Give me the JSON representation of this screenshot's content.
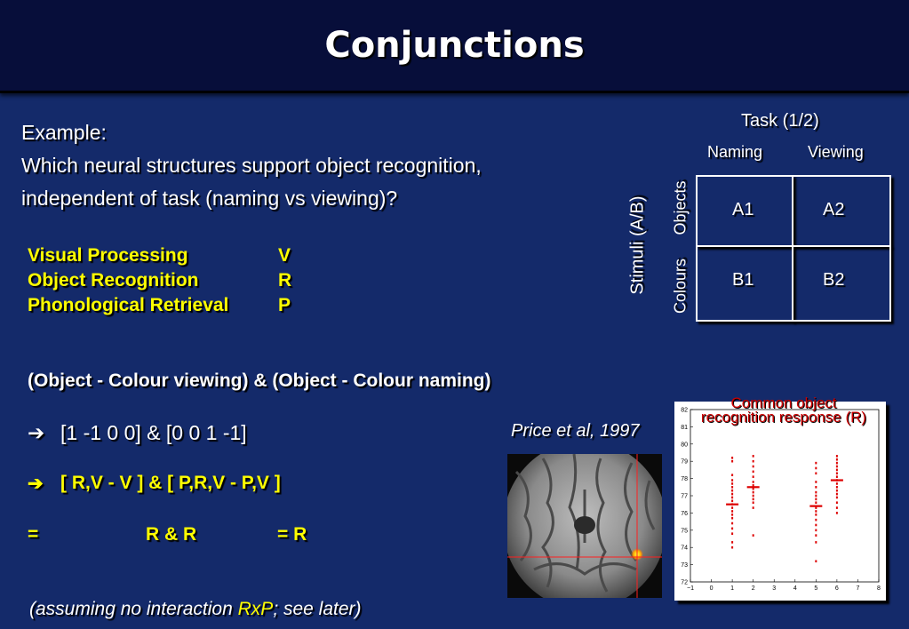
{
  "header": {
    "title": "Conjunctions"
  },
  "intro": {
    "line1": "Example:",
    "line2": "Which neural structures support object recognition,",
    "line3": "independent of task (naming vs viewing)?"
  },
  "processes": [
    {
      "name": "Visual Processing",
      "code": "V"
    },
    {
      "name": "Object Recognition",
      "code": "R"
    },
    {
      "name": "Phonological Retrieval",
      "code": "P"
    }
  ],
  "contrast_line": "(Object - Colour viewing) & (Object - Colour naming)",
  "arrow_symbol": "➔",
  "vector_line": "[1 -1 0 0]  &  [0 0 1 -1]",
  "component_line": "[ R,V - V ]  &  [ P,R,V - P,V ]",
  "result": {
    "equals": "=",
    "middle": "R & R",
    "final": "= R"
  },
  "footnote": {
    "prefix": "(assuming no interaction ",
    "highlight": "RxP",
    "suffix": "; see later)"
  },
  "design": {
    "task_label": "Task (1/2)",
    "col_labels": [
      "Naming",
      "Viewing"
    ],
    "stimuli_label": "Stimuli (A/B)",
    "row_labels": [
      "Objects",
      "Colours"
    ],
    "cells": [
      "A1",
      "A2",
      "B1",
      "B2"
    ]
  },
  "citation": "Price et al, 1997",
  "plot": {
    "title_line1": "Common object",
    "title_line2": "recognition response (R)",
    "title_color": "#cc0000",
    "y_ticks": [
      "82",
      "81",
      "80",
      "79",
      "78",
      "77",
      "76",
      "75",
      "74",
      "73",
      "72"
    ],
    "x_ticks": [
      "−1",
      "0",
      "1",
      "2",
      "3",
      "4",
      "5",
      "6",
      "7",
      "8"
    ],
    "series": [
      {
        "x": 1,
        "mean": 76.5,
        "points": [
          79.2,
          79.0,
          78.2,
          77.9,
          77.7,
          77.5,
          77.3,
          77.1,
          76.9,
          76.7,
          76.5,
          76.3,
          76.1,
          75.9,
          75.7,
          75.4,
          75.1,
          74.8,
          74.3,
          74.0
        ]
      },
      {
        "x": 2,
        "mean": 77.5,
        "points": [
          79.3,
          79.0,
          78.7,
          78.4,
          78.1,
          77.8,
          77.6,
          77.4,
          77.2,
          77.0,
          76.8,
          76.6,
          76.3,
          74.7
        ]
      },
      {
        "x": 5,
        "mean": 76.4,
        "points": [
          78.9,
          78.6,
          78.3,
          77.8,
          77.5,
          77.2,
          77.0,
          76.8,
          76.6,
          76.3,
          76.1,
          75.9,
          75.6,
          75.3,
          75.0,
          74.7,
          74.3,
          73.2
        ]
      },
      {
        "x": 6,
        "mean": 77.9,
        "points": [
          79.3,
          79.1,
          78.9,
          78.7,
          78.5,
          78.3,
          78.1,
          77.9,
          77.7,
          77.5,
          77.3,
          77.1,
          76.9,
          76.6,
          76.3,
          76.0
        ]
      }
    ],
    "y_range": [
      72,
      82
    ],
    "x_range": [
      -1,
      8
    ]
  }
}
